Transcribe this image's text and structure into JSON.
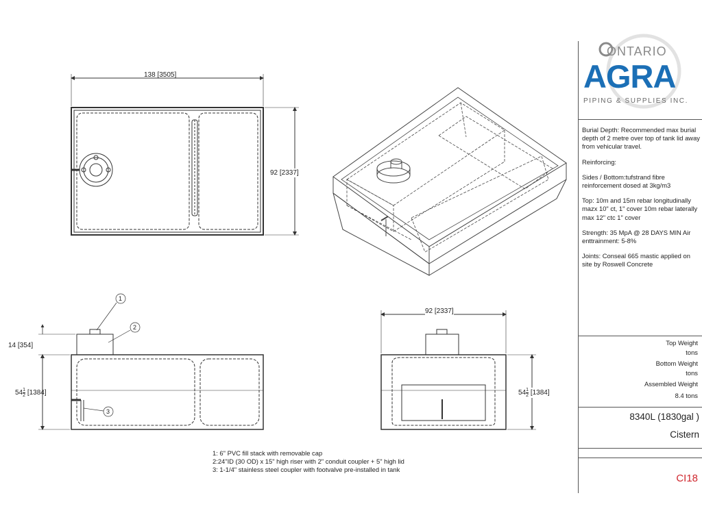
{
  "plan_view": {
    "length_dim": "138 [3505]",
    "width_dim": "92 [2337]"
  },
  "side_view": {
    "riser_dim": "14 [354]",
    "height_whole": "54",
    "height_frac_num": "1",
    "height_frac_den": "2",
    "height_mm": "[1384]",
    "callout_1": "1",
    "callout_2": "2",
    "callout_3": "3"
  },
  "end_view": {
    "width_dim": "92 [2337]",
    "height_whole": "54",
    "height_frac_num": "1",
    "height_frac_den": "2",
    "height_mm": "[1384]"
  },
  "legend": [
    "1: 6\" PVC fill stack with removable cap",
    "2:24\"ID (30 OD) x 15\" high riser with 2\" conduit coupler + 5\" high lid",
    "3: 1-1/4\" stainless steel coupler with footvalve pre-installed in tank"
  ],
  "title_block": {
    "logo_top": "ONTARIO",
    "logo_main": "AGRA",
    "logo_sub": "PIPING & SUPPLIES INC.",
    "notes": [
      "Burial Depth: Recommended max burial depth of 2 metre over top of tank lid away from vehicular travel.",
      "Reinforcing:",
      "Sides / Bottom:tufstrand fibre reinforcement dosed at 3kg/m3",
      "Top: 10m and 15m rebar longitudinally mazx 10\" ct, 1\" cover 10m rebar laterally max 12\" ctc 1\" cover",
      "Strength: 35 MpA @ 28 DAYS MIN Air enttrainment: 5-8%",
      "Joints: Conseal 665 mastic applied on site by Roswell Concrete"
    ],
    "top_weight_label": "Top Weight",
    "top_weight_value": "tons",
    "bottom_weight_label": "Bottom Weight",
    "bottom_weight_value": "tons",
    "assembled_weight_label": "Assembled Weight",
    "assembled_weight_value": "8.4 tons",
    "model_capacity": "8340L (1830gal )",
    "model_name": "Cistern",
    "drawing_code": "CI18"
  },
  "colors": {
    "line": "#333333",
    "logo_blue": "#1b6fb6",
    "logo_gray": "#8a8a8a",
    "code_red": "#d0272e"
  }
}
